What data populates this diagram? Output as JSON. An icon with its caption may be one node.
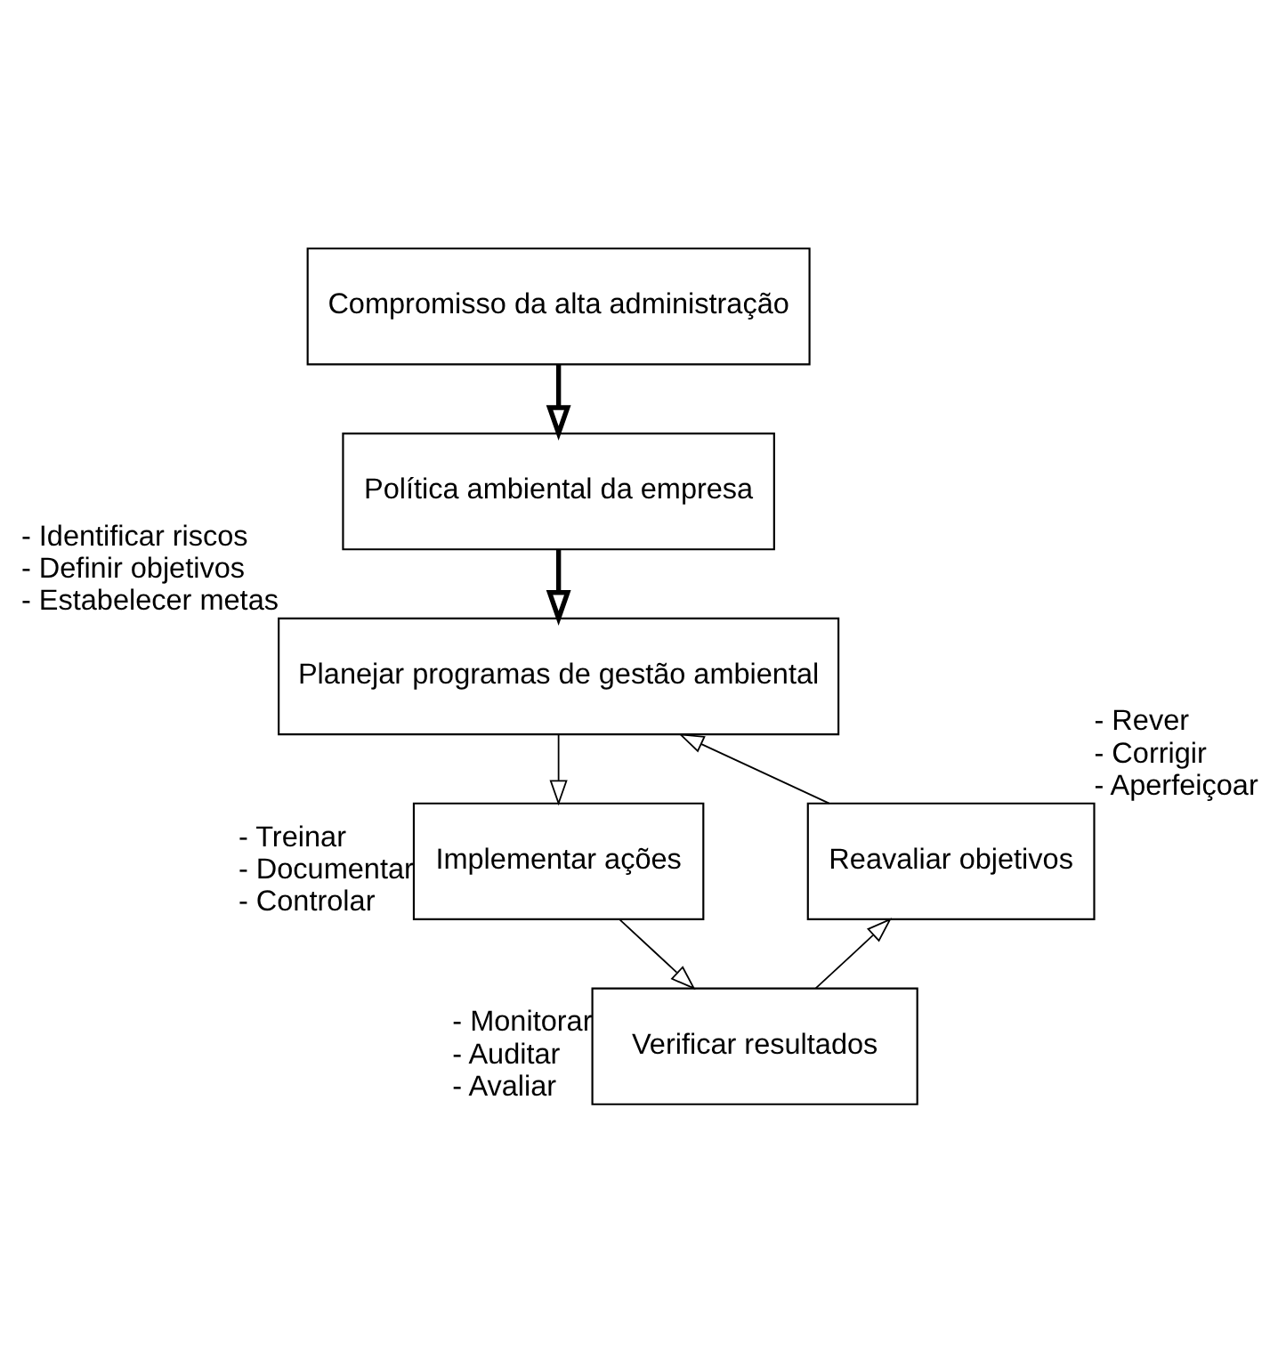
{
  "diagram": {
    "nodes": [
      {
        "text": [
          "Compromisso da alta administração"
        ]
      },
      {
        "text": [
          "Política ambiental da empresa"
        ]
      },
      {
        "text": [
          "Planejar programas de gestão ambiental"
        ],
        "beside": [
          "- Identificar riscos",
          "- Definir objetivos",
          "- Estabelecer metas"
        ]
      },
      {
        "text": [
          "Implementar ações"
        ],
        "beside": [
          "- Treinar",
          "- Documentar",
          "- Controlar"
        ]
      },
      {
        "text": [
          "Verificar resultados"
        ],
        "beside": [
          "- Monitorar",
          "- Auditar",
          "- Avaliar"
        ]
      },
      {
        "text": [
          "Reavaliar objetivos"
        ],
        "beside": [
          "- Rever",
          "- Corrigir",
          "- Aperfeiçoar"
        ]
      }
    ],
    "edges": [
      {
        "from": 0,
        "to": 1,
        "arrow": "to",
        "style": "thick"
      },
      {
        "from": 1,
        "to": 2,
        "arrow": "to",
        "style": "thick"
      },
      {
        "from": 2,
        "to": 3,
        "arrow": "to"
      },
      {
        "from": 3,
        "to": 4,
        "arrow": "to"
      },
      {
        "from": 4,
        "to": 5,
        "arrow": "to"
      },
      {
        "from": 5,
        "to": 2,
        "arrow": "to"
      }
    ]
  }
}
